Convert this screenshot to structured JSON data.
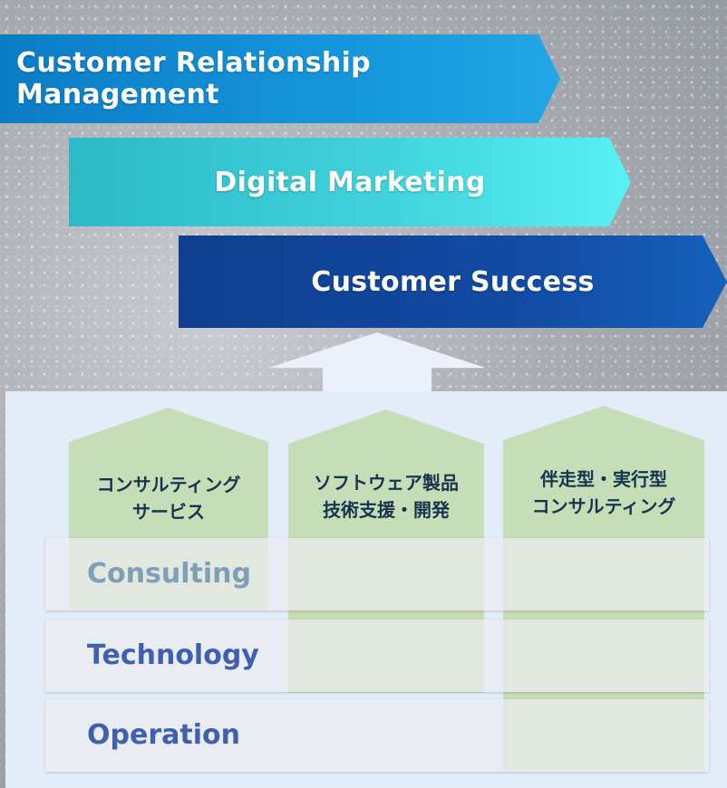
{
  "banners": [
    {
      "label": "Customer Relationship Management"
    },
    {
      "label": "Digital Marketing"
    },
    {
      "label": "Customer Success"
    }
  ],
  "pillars": [
    {
      "line1": "コンサルティング",
      "line2": "サービス"
    },
    {
      "line1": "ソフトウェア製品",
      "line2": "技術支援・開発"
    },
    {
      "line1": "伴走型・実行型",
      "line2": "コンサルティング"
    }
  ],
  "rows": [
    {
      "label": "Consulting"
    },
    {
      "label": "Technology"
    },
    {
      "label": "Operation"
    }
  ],
  "colors": {
    "crm_banner": "#1596dc",
    "dm_banner": "#3fd2dc",
    "cs_banner": "#124aa3",
    "pillar": "#c6deb7",
    "panel": "#e3edf9",
    "row_label": "#3f5fb0"
  }
}
